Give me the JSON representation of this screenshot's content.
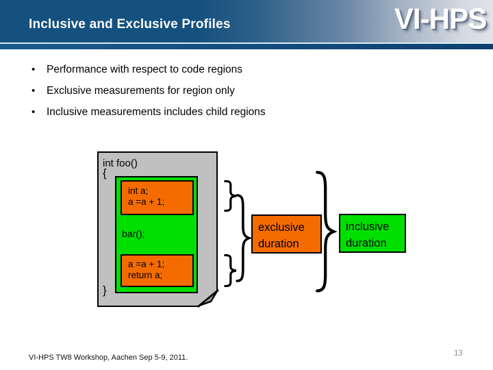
{
  "slide": {
    "title": "Inclusive and Exclusive Profiles",
    "logo_text": "VI-HPS",
    "bullet_char": "•",
    "bullets": [
      "Performance with respect to code regions",
      "Exclusive measurements for region only",
      "Inclusive measurements includes child regions"
    ],
    "footer": "VI-HPS TW8 Workshop, Aachen Sep 5-9, 2011.",
    "page_number": "13"
  },
  "code_figure": {
    "function_signature": "int foo()",
    "open_brace": "{",
    "close_brace": "}",
    "block1_lines": [
      "int a;",
      "a =a + 1;"
    ],
    "call_line": "bar();",
    "block2_lines": [
      "a =a + 1;",
      "return a;"
    ]
  },
  "labels": {
    "exclusive_line1": "exclusive",
    "exclusive_line2": "duration",
    "inclusive_line1": "inclusive",
    "inclusive_line2": "duration"
  },
  "colors": {
    "header_dark_blue": "#14517E",
    "header_light_silver": "#E0E3E8",
    "separator_bar_blue": "#0D4070",
    "page_gray": "#C0C0C0",
    "region_green": "#00E000",
    "block_orange": "#F46C00"
  }
}
